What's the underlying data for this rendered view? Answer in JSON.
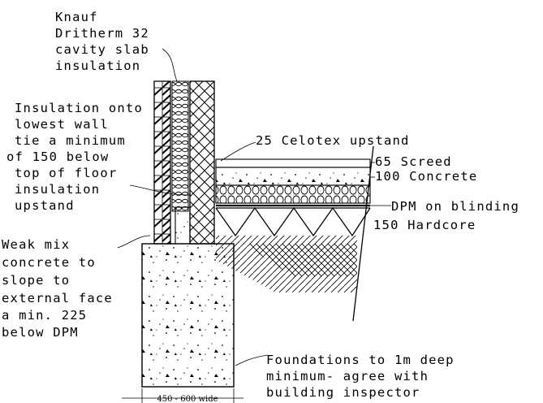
{
  "labels": {
    "knauf": [
      "Knauf",
      "Dritherm 32",
      "cavity slab",
      "insulation"
    ],
    "wall_tie": [
      "Insulation onto",
      "lowest wall",
      "tie a minimum",
      "of 150 below",
      "top of floor",
      "insulation",
      "upstand"
    ],
    "celotex": "25 Celotex upstand",
    "screed": "65 Screed",
    "concrete": "100 Concrete",
    "dpm": "DPM on blinding",
    "hardcore": "150 Hardcore",
    "weak_mix": [
      "Weak mix",
      "concrete to",
      "slope to",
      "external face",
      "a min. 225",
      "below DPM"
    ],
    "foundations": [
      "Foundations to 1m deep",
      "minimum- agree with",
      "building inspector"
    ],
    "width_dim": "450 - 600 wide"
  }
}
